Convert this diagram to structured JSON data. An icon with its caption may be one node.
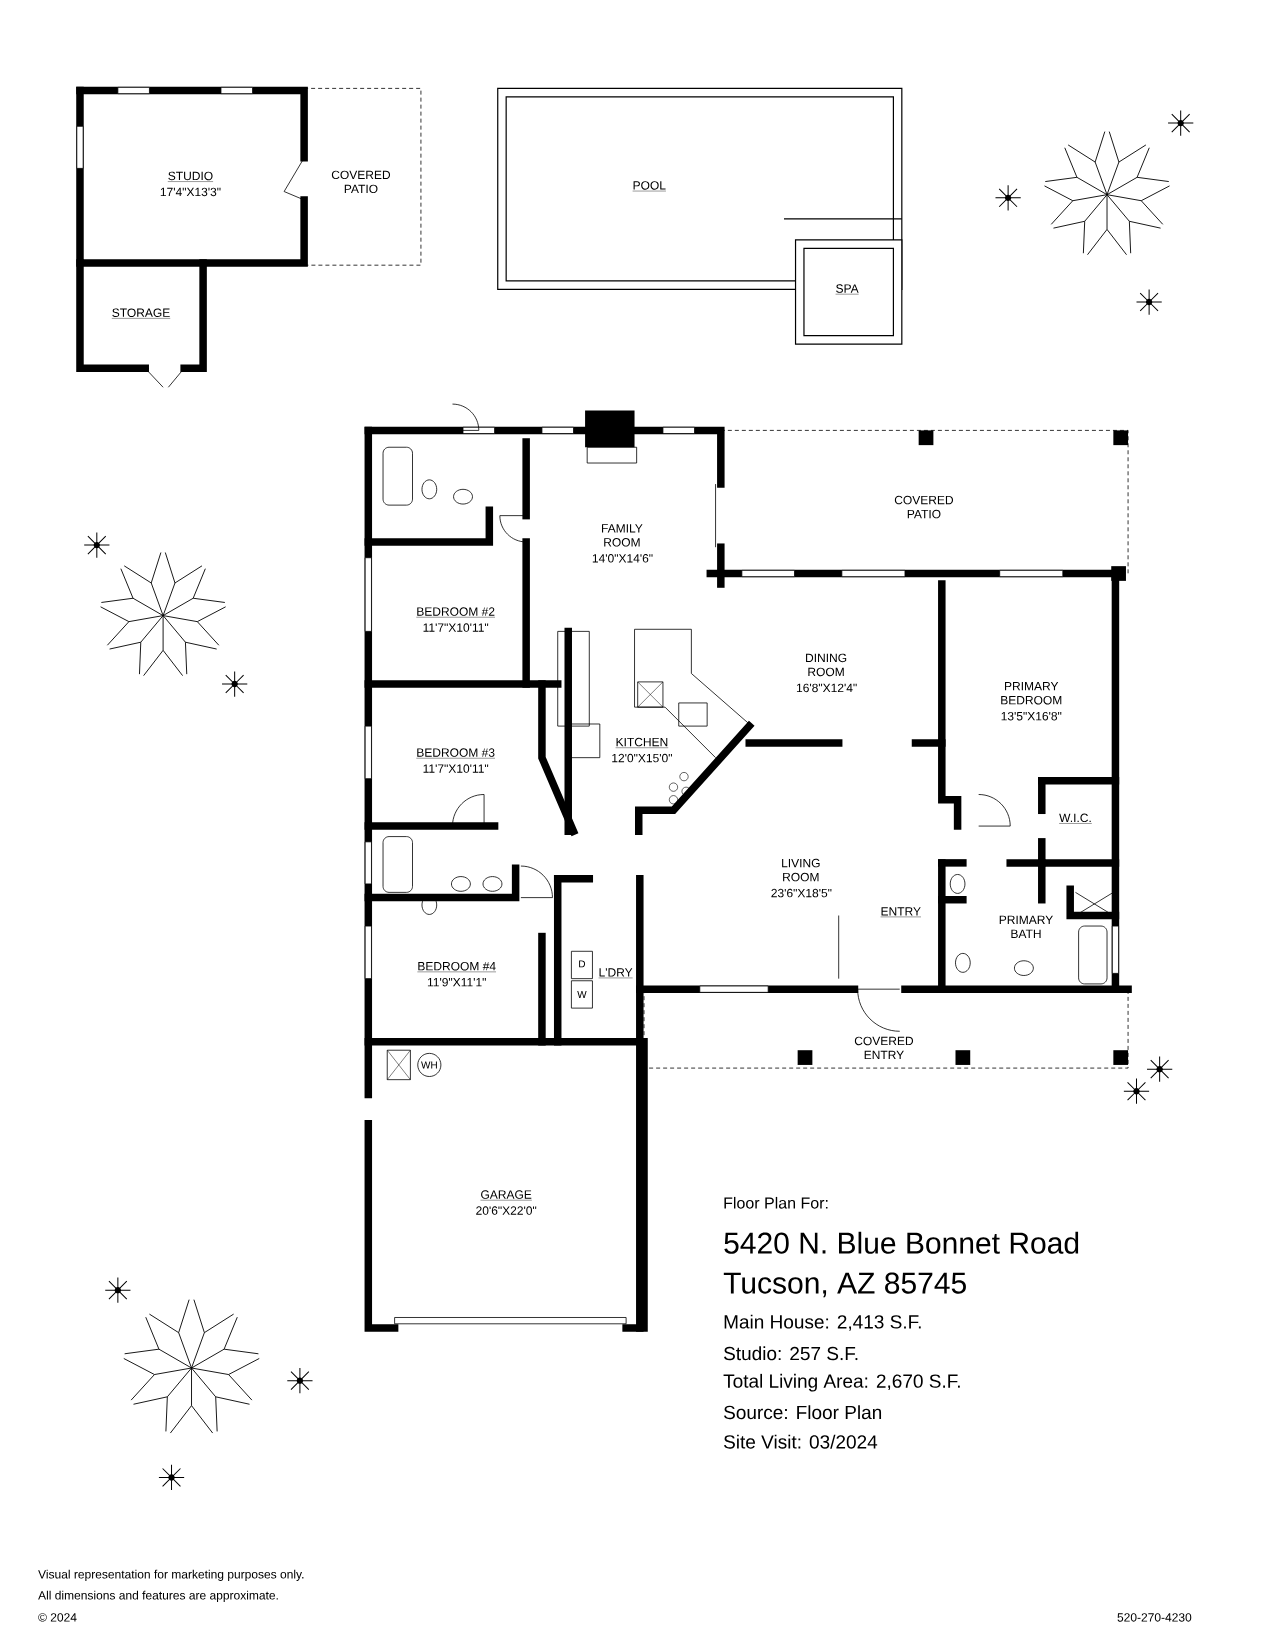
{
  "diagram": {
    "nodes": [
      {
        "text": [
          "STUDIO",
          "17'4\"X13'3\""
        ]
      },
      {
        "text": [
          "COVERED PATIO"
        ]
      },
      {
        "text": [
          "STORAGE"
        ]
      },
      {
        "text": [
          "POOL"
        ]
      },
      {
        "text": [
          "SPA"
        ]
      },
      {
        "text": [
          "FAMILY ROOM",
          "14'0\"X14'6\""
        ]
      },
      {
        "text": [
          "COVERED PATIO"
        ]
      },
      {
        "text": [
          "BEDROOM #2",
          "11'7\"X10'11\""
        ]
      },
      {
        "text": [
          "DINING ROOM",
          "16'8\"X12'4\""
        ]
      },
      {
        "text": [
          "PRIMARY BEDROOM",
          "13'5\"X16'8\""
        ]
      },
      {
        "text": [
          "BEDROOM #3",
          "11'7\"X10'11\""
        ]
      },
      {
        "text": [
          "KITCHEN",
          "12'0\"X15'0\""
        ]
      },
      {
        "text": [
          "W.I.C."
        ]
      },
      {
        "text": [
          "LIVING ROOM",
          "23'6\"X18'5\""
        ]
      },
      {
        "text": [
          "ENTRY"
        ]
      },
      {
        "text": [
          "PRIMARY BATH"
        ]
      },
      {
        "text": [
          "BEDROOM #4",
          "11'9\"X11'1\""
        ]
      },
      {
        "text": [
          "L'DRY"
        ]
      },
      {
        "text": [
          "COVERED ENTRY"
        ]
      },
      {
        "text": [
          "GARAGE",
          "20'6\"X22'0\""
        ]
      }
    ],
    "labels": [
      "D",
      "W",
      "WH",
      "Floor Plan For:",
      "5420 N. Blue Bonnet Road",
      "Tucson, AZ  85745",
      "Main House:  2,413 S.F.",
      "Studio:  257 S.F.",
      "Total Living Area:  2,670 S.F.",
      "Source:  Floor Plan",
      "Site Visit:  03/2024",
      "Visual representation for marketing purposes only.",
      "All dimensions and features are approximate.",
      "© 2024",
      "520-270-4230"
    ]
  }
}
